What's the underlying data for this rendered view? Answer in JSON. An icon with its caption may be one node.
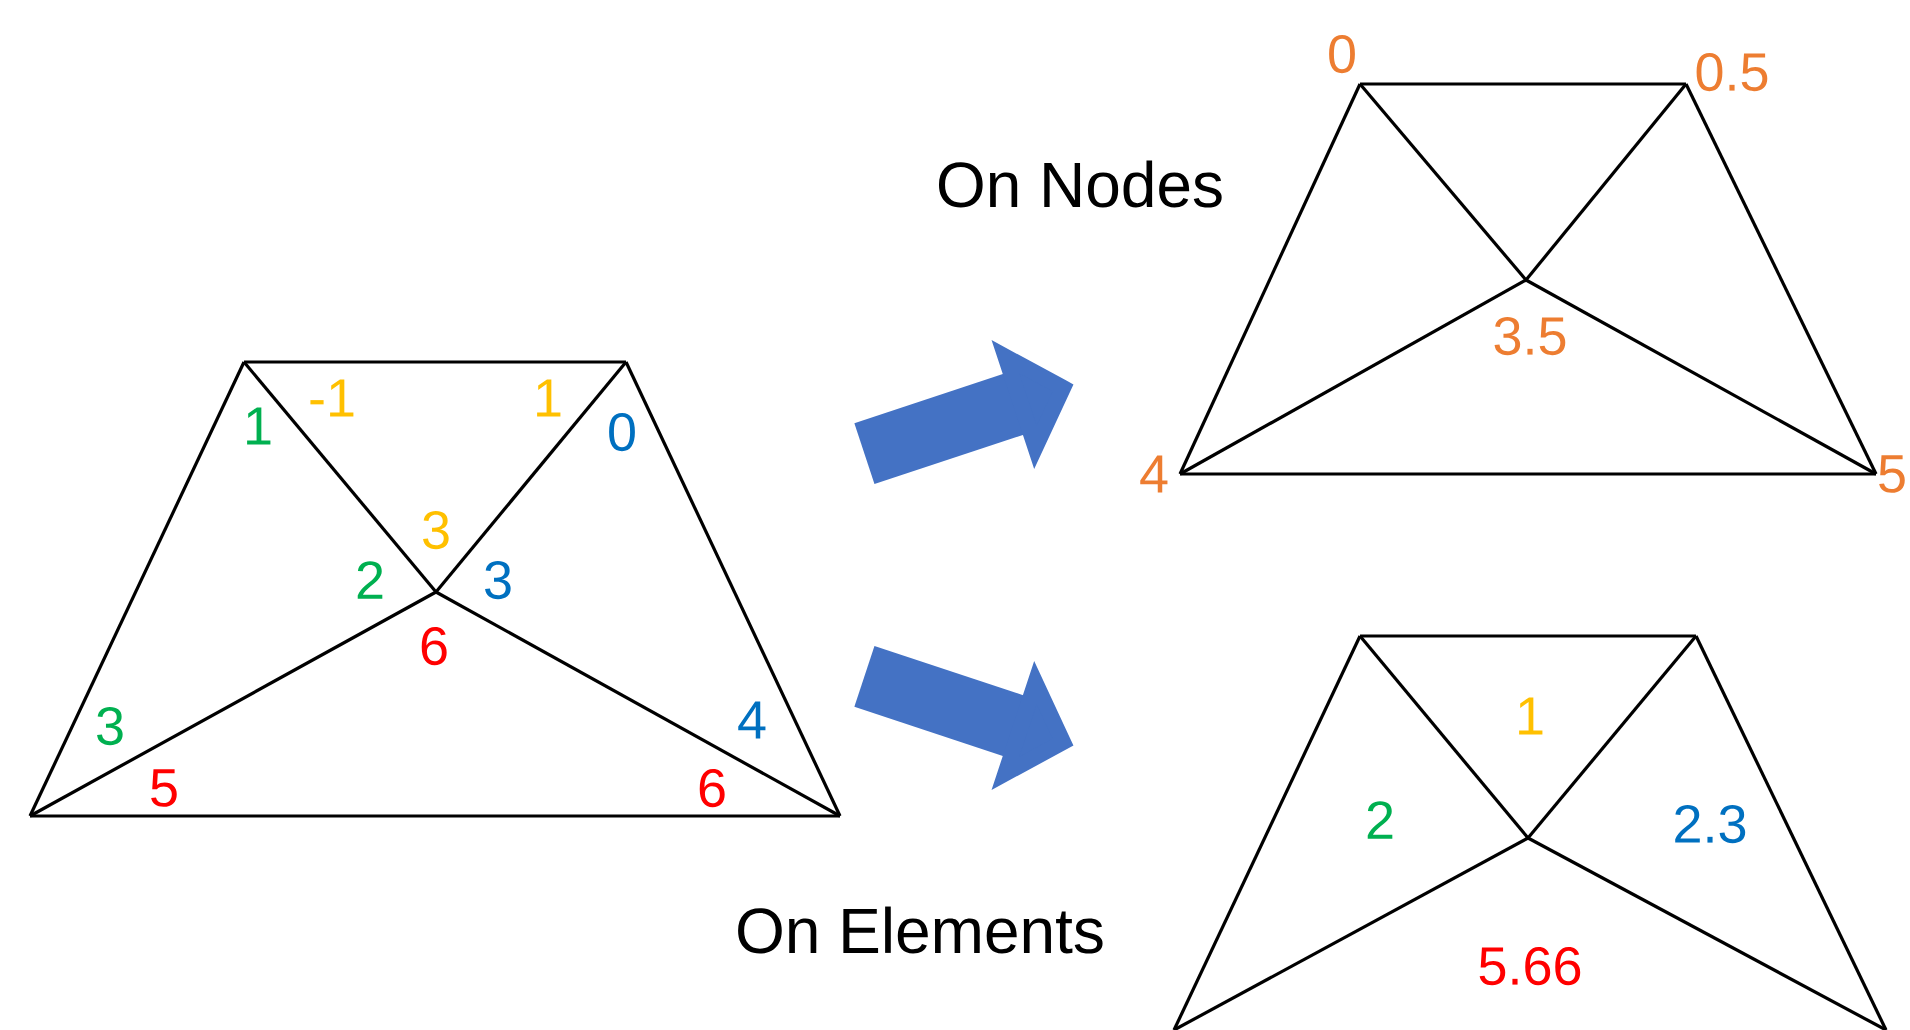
{
  "diagram": {
    "nodes": [
      {
        "text": [
          "1",
          "-1",
          "1",
          "0",
          "3",
          "2",
          "3",
          "6",
          "3",
          "5",
          "4",
          "6"
        ]
      },
      {
        "text": [
          "0",
          "0.5",
          "3.5",
          "4",
          "5"
        ],
        "beside": [
          "On Nodes"
        ]
      },
      {
        "text": [
          "1",
          "2",
          "2.3",
          "5.66"
        ],
        "beside": [
          "On Elements"
        ]
      }
    ],
    "edges": [
      {
        "from": 0,
        "to": 1,
        "arrow": "to"
      },
      {
        "from": 0,
        "to": 2,
        "arrow": "to"
      }
    ]
  }
}
